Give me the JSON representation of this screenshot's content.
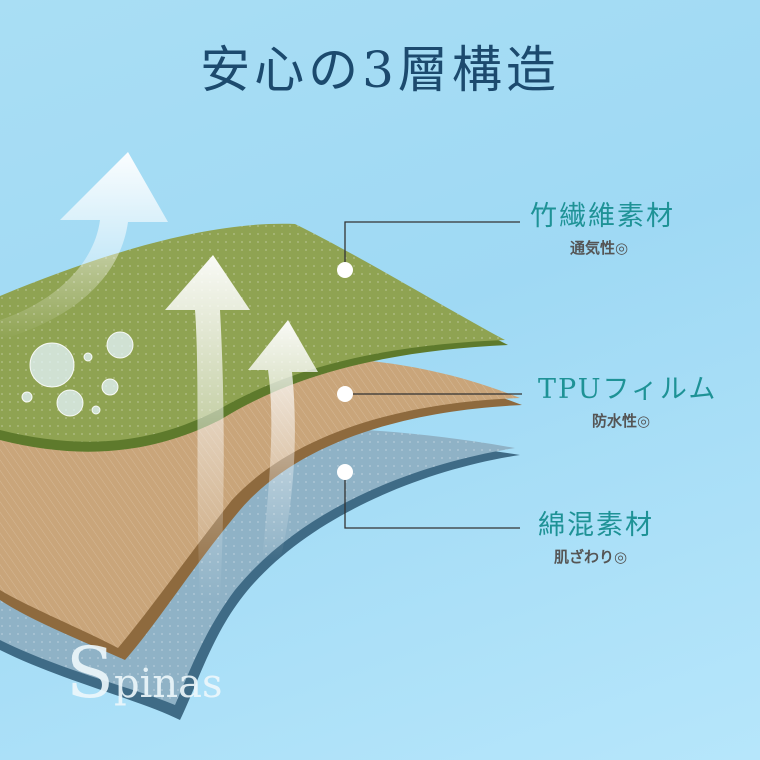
{
  "title": "安心の3層構造",
  "layers": [
    {
      "name": "竹繊維素材",
      "feature": "通気性◎",
      "color": "#8b9c4a"
    },
    {
      "name": "TPUフィルム",
      "feature": "防水性◎",
      "color": "#b58d5e"
    },
    {
      "name": "綿混素材",
      "feature": "肌ざわり◎",
      "color": "#7fa3b8"
    }
  ],
  "brand": {
    "initial": "S",
    "rest": "pinas"
  }
}
